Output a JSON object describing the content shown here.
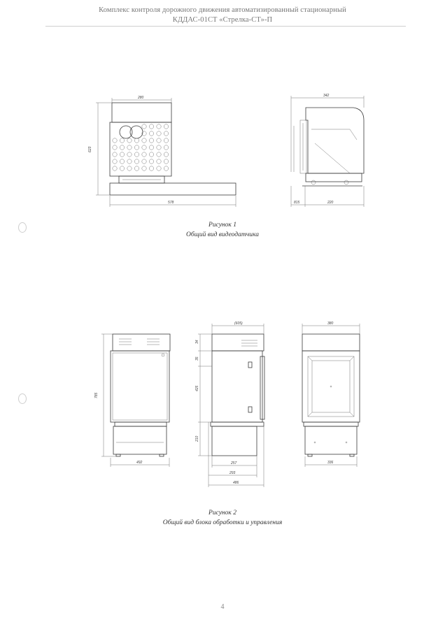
{
  "header": {
    "line1": "Комплекс контроля дорожного движения автоматизированный стационарный",
    "line2": "КДДАС-01СТ «Стрелка-СТ»-П"
  },
  "figure1": {
    "caption_number": "Рисунок 1",
    "caption_title": "Общий вид видеодатчика",
    "front_view": {
      "width": "280",
      "height": "623",
      "base_length": "578"
    },
    "side_view": {
      "width": "342",
      "offset": "815",
      "base": "220"
    }
  },
  "figure2": {
    "caption_number": "Рисунок 2",
    "caption_title": "Общий вид блока обработки и управления",
    "front_view": {
      "height": "785",
      "width": "492"
    },
    "side_view": {
      "top": "(605)",
      "d1": "34",
      "d2": "35",
      "d3": "425",
      "d4": "210",
      "d5": "257",
      "d6": "293",
      "d7": "486"
    },
    "rear_view": {
      "top": "380",
      "bottom": "336"
    }
  },
  "page_number": "4"
}
